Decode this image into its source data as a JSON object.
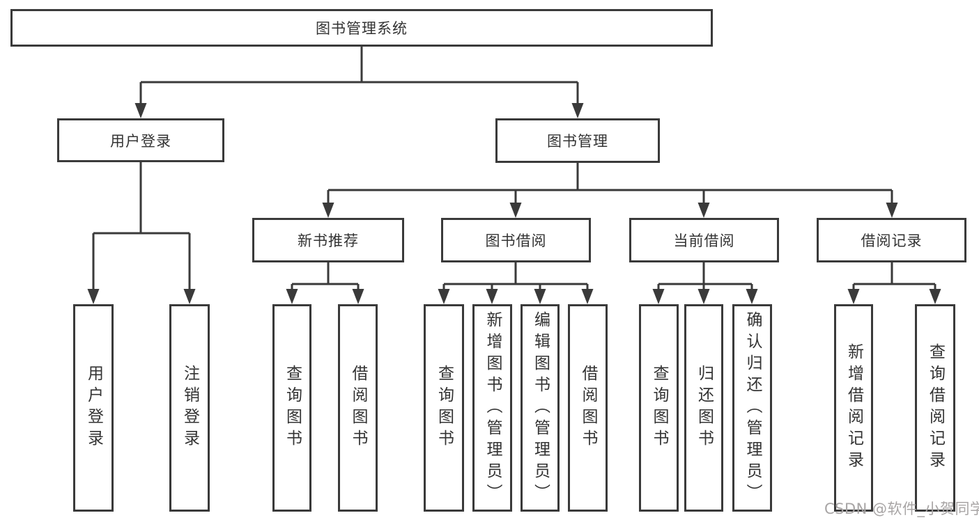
{
  "diagram": {
    "title": "图书管理系统",
    "nodes": {
      "root": "图书管理系统",
      "user_login": "用户登录",
      "book_management": "图书管理",
      "new_book_recommend": "新书推荐",
      "book_borrow": "图书借阅",
      "current_borrow": "当前借阅",
      "borrow_records": "借阅记录",
      "leaf_user_login": "用户登录",
      "leaf_logout": "注销登录",
      "leaf_query_book_nb": "查询图书",
      "leaf_borrow_book_nb": "借阅图书",
      "leaf_query_book_bb": "查询图书",
      "leaf_add_book_admin": "新增图书（管理员）",
      "leaf_edit_book_admin": "编辑图书（管理员）",
      "leaf_borrow_book_bb": "借阅图书",
      "leaf_query_book_cb": "查询图书",
      "leaf_return_book": "归还图书",
      "leaf_confirm_return_admin": "确认归还（管理员）",
      "leaf_add_borrow_record": "新增借阅记录",
      "leaf_query_borrow_record": "查询借阅记录"
    }
  },
  "watermark": "CSDN @软件_小贺同学",
  "colors": {
    "line": "#3a3a3a",
    "text": "#333333",
    "background": "#ffffff",
    "watermark": "#a8a5a5"
  }
}
